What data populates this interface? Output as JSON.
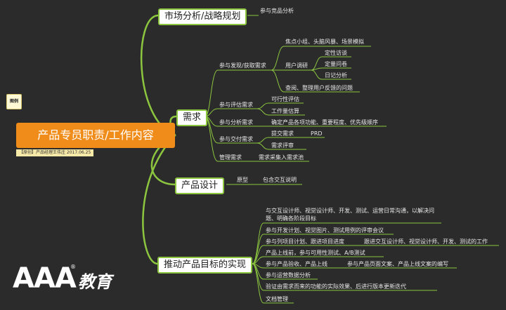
{
  "root": {
    "title": "产品专员职责/工作内容",
    "note": "【原创】产品经理王伟庄 2017.06.25"
  },
  "legend": "图例",
  "branches": {
    "market": {
      "title": "市场分析/战略规划",
      "child": "参与竞品分析"
    },
    "requirements": {
      "title": "需求",
      "discover": {
        "label": "参与发现/获取需求",
        "focus": "焦点小组、头脑风暴、场景模拟",
        "research": {
          "label": "用户调研",
          "items": [
            "定性访谈",
            "定量问卷",
            "日记分析"
          ]
        },
        "feedback": "查阅、整理用户反馈的问题"
      },
      "evaluate": {
        "label": "参与评估需求",
        "items": [
          "可行性评估",
          "工作量估算"
        ]
      },
      "analyze": {
        "label": "参与分析需求",
        "detail": "确定产品各项功能、重要程度、优先级顺序"
      },
      "deliver": {
        "label": "参与交付需求",
        "submit": "提交需求",
        "prd": "PRD",
        "review": "需求评审"
      },
      "manage": {
        "label": "管理需求",
        "detail": "需求采集入需求池"
      }
    },
    "design": {
      "title": "产品设计",
      "child": "原型",
      "detail": "包含交互说明"
    },
    "execution": {
      "title": "推动产品目标的实现",
      "items": [
        "与交互设计师、视觉设计师、开发、测试、运营日常沟通，以解决问题、明确各阶段目标",
        "参与开发计划、视觉图片、测试用例的评审会议",
        "参与列项目计划、跟进项目进度",
        "产品上线前，参与可用性测试、A/B测试",
        "参与产品验收、产品上线",
        "参与运营数据分析",
        "验证由需求而来的功能的实际效果、后进行版本更新迭代",
        "文档管理"
      ],
      "follow": "跟进交互设计师、视觉设计师、开发、测试的工作",
      "docs": "参与产品页面文案、产品上线文案的编写"
    }
  },
  "logo": {
    "letters": "AAA",
    "reg": "®",
    "brand": "教育"
  },
  "colors": {
    "background": "#2b2b2b",
    "branch": "#8cc63f",
    "root": "#f08c1a",
    "text": "#e8e8e8"
  }
}
